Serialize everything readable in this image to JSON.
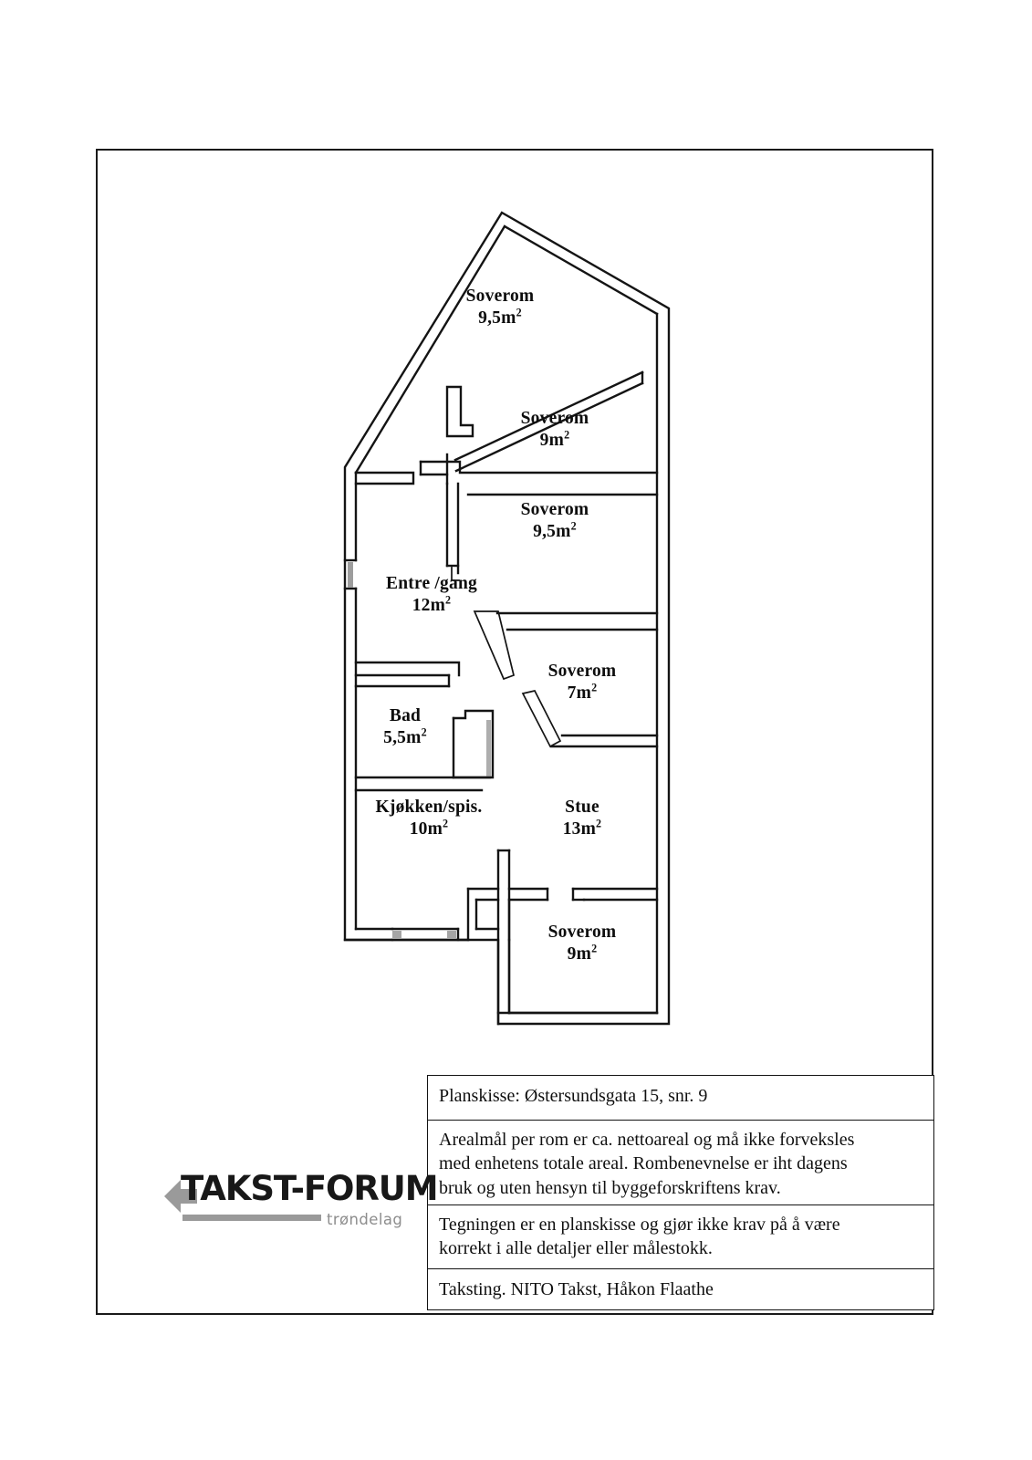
{
  "document": {
    "type": "floor-plan-sketch",
    "page_background": "#ffffff",
    "ink_color": "#111111"
  },
  "floorplan": {
    "rooms": [
      {
        "id": "soverom-top",
        "name": "Soverom",
        "area": "9,5m",
        "unit": "2"
      },
      {
        "id": "soverom-upper-mid",
        "name": "Soverom",
        "area": "9m",
        "unit": "2"
      },
      {
        "id": "soverom-mid",
        "name": "Soverom",
        "area": "9,5m",
        "unit": "2"
      },
      {
        "id": "entre-gang",
        "name": "Entre /gang",
        "area": "12m",
        "unit": "2"
      },
      {
        "id": "soverom-small",
        "name": "Soverom",
        "area": "7m",
        "unit": "2"
      },
      {
        "id": "bad",
        "name": "Bad",
        "area": "5,5m",
        "unit": "2"
      },
      {
        "id": "kjokken-spis",
        "name": "Kjøkken/spis.",
        "area": "10m",
        "unit": "2"
      },
      {
        "id": "stue",
        "name": "Stue",
        "area": "13m",
        "unit": "2"
      },
      {
        "id": "soverom-bottom",
        "name": "Soverom",
        "area": "9m",
        "unit": "2"
      }
    ]
  },
  "info_table": {
    "title": "Planskisse: Østersundsgata 15, snr. 9",
    "area_note_line1": "Arealmål per rom er ca. nettoareal og må ikke forveksles",
    "area_note_line2": "med enhetens totale areal. Rombenevnelse er iht dagens",
    "area_note_line3": "bruk og uten hensyn til byggeforskriftens krav.",
    "disclaimer_line1": "Tegningen er en planskisse og gjør ikke krav på å være",
    "disclaimer_line2": "korrekt i alle detaljer eller målestokk.",
    "appraiser": "Taksting. NITO Takst, Håkon Flaathe"
  },
  "logo": {
    "wordmark": "TAKST-FORUM",
    "subtext": "trøndelag",
    "mark_color": "#9a9a9a",
    "text_color": "#181818"
  }
}
